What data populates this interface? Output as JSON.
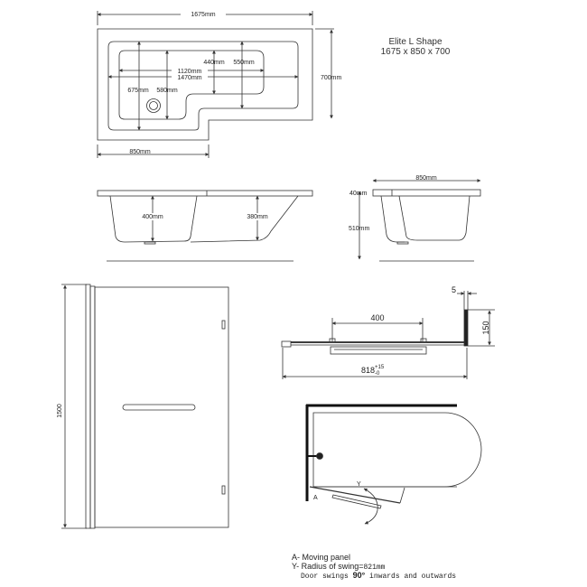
{
  "title": {
    "name": "Elite L Shape",
    "dimensions": "1675 x 850 x 700"
  },
  "plan_view": {
    "overall_length": "1675mm",
    "overall_width": "700mm",
    "shower_end_width": "850mm",
    "inner_lengths": [
      "1120mm",
      "1470mm"
    ],
    "inner_widths": [
      "440mm",
      "550mm",
      "675mm",
      "580mm"
    ]
  },
  "side_view": {
    "depth_left": "400mm",
    "depth_right": "380mm"
  },
  "end_view": {
    "width": "850mm",
    "rim": "40mm",
    "height": "510mm"
  },
  "screen_elevation": {
    "height": "1500"
  },
  "screen_plan": {
    "handle_spacing": "400",
    "glass_thickness": "5",
    "return_depth": "150",
    "width": "818",
    "tolerance_plus": "+15",
    "tolerance_minus": "-0"
  },
  "swing_diagram": {
    "label_a": "A",
    "label_y": "Y"
  },
  "legend": {
    "line1": "A- Moving  panel",
    "line2_prefix": "Y- Radius of swing=",
    "line2_value": "821mm",
    "line3_prefix": "Door swings ",
    "line3_bold": "90°",
    "line3_suffix": " inwards and outwards"
  },
  "colors": {
    "line": "#333333",
    "heavy": "#111111",
    "background": "#ffffff"
  }
}
